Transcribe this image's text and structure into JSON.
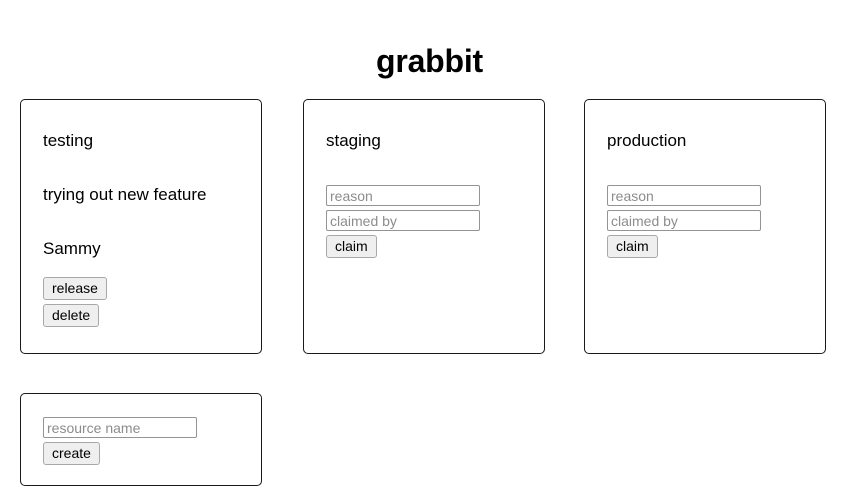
{
  "app": {
    "title": "grabbit"
  },
  "resources": [
    {
      "name": "testing",
      "claimed": true,
      "reason": "trying out new feature",
      "claimed_by": "Sammy",
      "release_label": "release",
      "delete_label": "delete"
    },
    {
      "name": "staging",
      "claimed": false,
      "reason_placeholder": "reason",
      "claimed_by_placeholder": "claimed by",
      "reason_value": "",
      "claimed_by_value": "",
      "claim_label": "claim"
    },
    {
      "name": "production",
      "claimed": false,
      "reason_placeholder": "reason",
      "claimed_by_placeholder": "claimed by",
      "reason_value": "",
      "claimed_by_value": "",
      "claim_label": "claim"
    }
  ],
  "create": {
    "name_placeholder": "resource name",
    "name_value": "",
    "create_label": "create"
  },
  "colors": {
    "page_background": "#ffffff",
    "text": "#000000",
    "card_border": "#1a1a1a",
    "input_border": "#949494",
    "placeholder_text": "#8c8c8c",
    "button_background": "#efefef",
    "button_border": "#a8a8a8"
  }
}
